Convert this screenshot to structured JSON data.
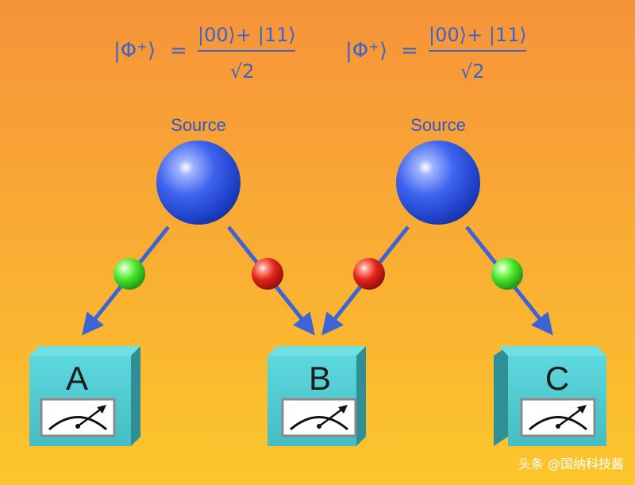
{
  "equations": [
    {
      "ket": "|Φ⁺⟩",
      "equals": "=",
      "numerator": "|00⟩+ |11⟩",
      "denominator": "√2"
    },
    {
      "ket": "|Φ⁺⟩",
      "equals": "=",
      "numerator": "|00⟩+ |11⟩",
      "denominator": "√2"
    }
  ],
  "sources": [
    {
      "label": "Source"
    },
    {
      "label": "Source"
    }
  ],
  "detectors": [
    {
      "label": "A"
    },
    {
      "label": "B"
    },
    {
      "label": "C"
    }
  ],
  "particles": [
    {
      "color": "green"
    },
    {
      "color": "red"
    },
    {
      "color": "red"
    },
    {
      "color": "green"
    }
  ],
  "colors": {
    "background_top": "#f6943a",
    "background_bottom": "#fbc52e",
    "source_sphere": "#2d56e6",
    "particle_green": "#3fe62a",
    "particle_red": "#e5231a",
    "detector_front": "#4fc9cf",
    "detector_side": "#2f8f96",
    "arrow": "#3d63d6"
  },
  "watermark": "头条 @国纳科技酱"
}
